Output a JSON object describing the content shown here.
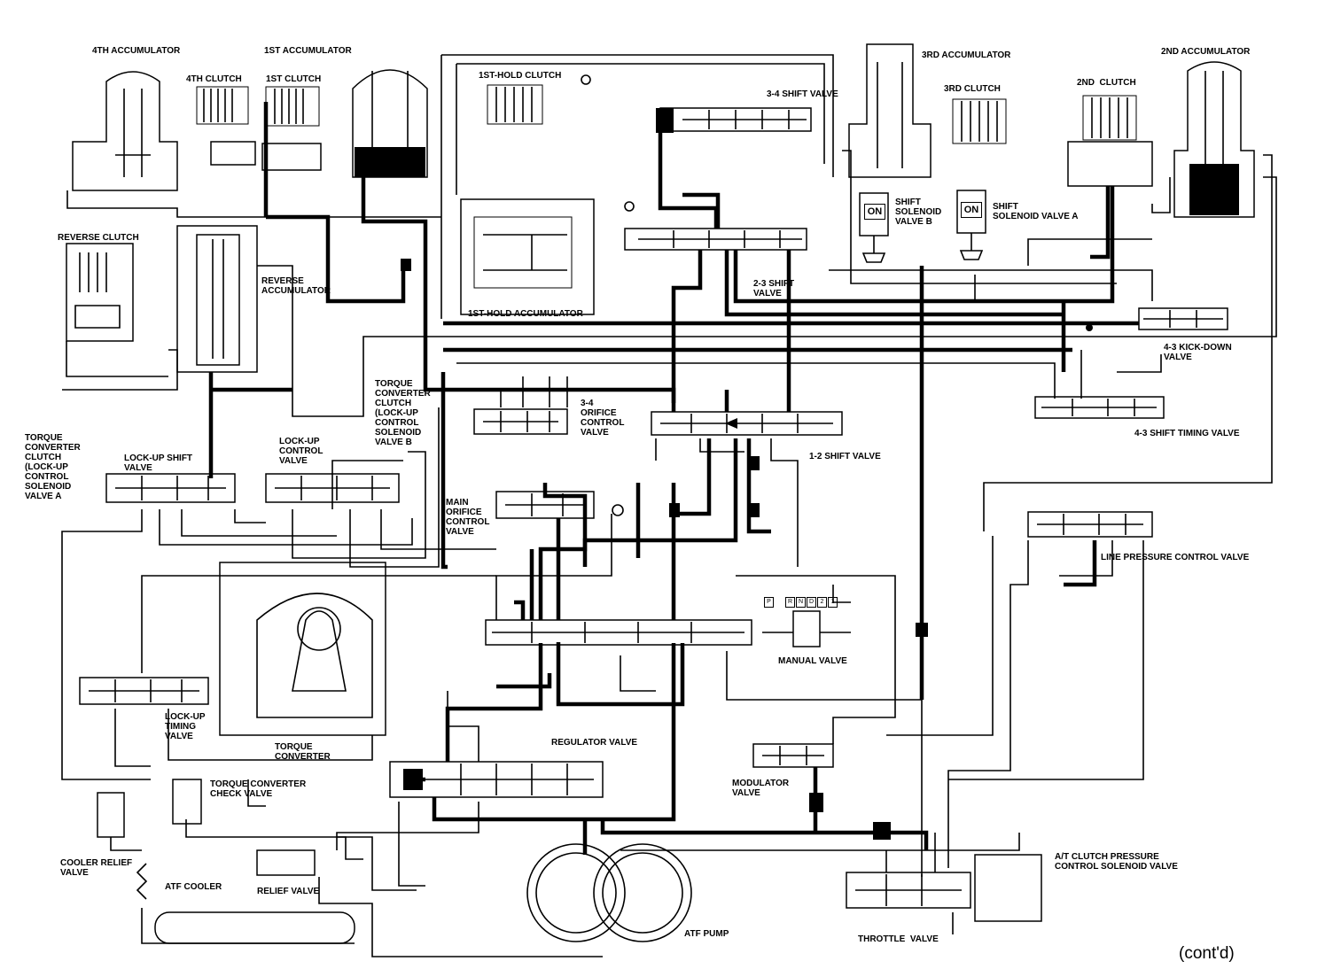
{
  "labels": {
    "acc4": "4TH ACCUMULATOR",
    "acc1": "1ST ACCUMULATOR",
    "clutch4": "4TH CLUTCH",
    "clutch1": "1ST CLUTCH",
    "hold_clutch": "1ST-HOLD CLUTCH",
    "valve34": "3-4 SHIFT VALVE",
    "acc3": "3RD ACCUMULATOR",
    "acc2": "2ND ACCUMULATOR",
    "clutch3": "3RD CLUTCH",
    "clutch2": "2ND  CLUTCH",
    "sol_b": "SHIFT\nSOLENOID\nVALVE B",
    "sol_a": "SHIFT\nSOLENOID VALVE A",
    "on_b": "ON",
    "on_a": "ON",
    "rev_clutch": "REVERSE CLUTCH",
    "rev_acc": "REVERSE\nACCUMULATOR",
    "valve23": "2-3 SHIFT\nVALVE",
    "hold_acc": "1ST-HOLD ACCUMULATOR",
    "kickdown": "4-3 KICK-DOWN\nVALVE",
    "tcc_b": "TORQUE\nCONVERTER\nCLUTCH\n(LOCK-UP\nCONTROL\nSOLENOID\nVALVE B",
    "orifice34": "3-4\nORIFICE\nCONTROL\nVALVE",
    "timing43": "4-3 SHIFT TIMING VALVE",
    "tcc_a": "TORQUE\nCONVERTER\nCLUTCH\n(LOCK-UP\nCONTROL\nSOLENOID\nVALVE A",
    "lockup_shift": "LOCK-UP SHIFT\nVALVE",
    "lockup_ctrl": "LOCK-UP\nCONTROL\nVALVE",
    "valve12": "1-2 SHIFT VALVE",
    "main_orifice": "MAIN\nORIFICE\nCONTROL\nVALVE",
    "line_pressure": "LINE PRESSURE CONTROL VALVE",
    "manual": "MANUAL VALVE",
    "lockup_timing": "LOCK-UP\nTIMING\nVALVE",
    "tc": "TORQUE\nCONVERTER",
    "regulator": "REGULATOR VALVE",
    "modulator": "MODULATOR\nVALVE",
    "tc_check": "TORQUE CONVERTER\nCHECK VALVE",
    "cooler_relief": "COOLER RELIEF\nVALVE",
    "atf_cooler": "ATF COOLER",
    "relief": "RELIEF VALVE",
    "atf_pump": "ATF PUMP",
    "throttle": "THROTTLE  VALVE",
    "at_clutch": "A/T CLUTCH PRESSURE\nCONTROL SOLENOID VALVE",
    "cont": "(cont'd)"
  },
  "manual_positions": [
    "P",
    "R",
    "N",
    "D",
    "2",
    "1"
  ]
}
